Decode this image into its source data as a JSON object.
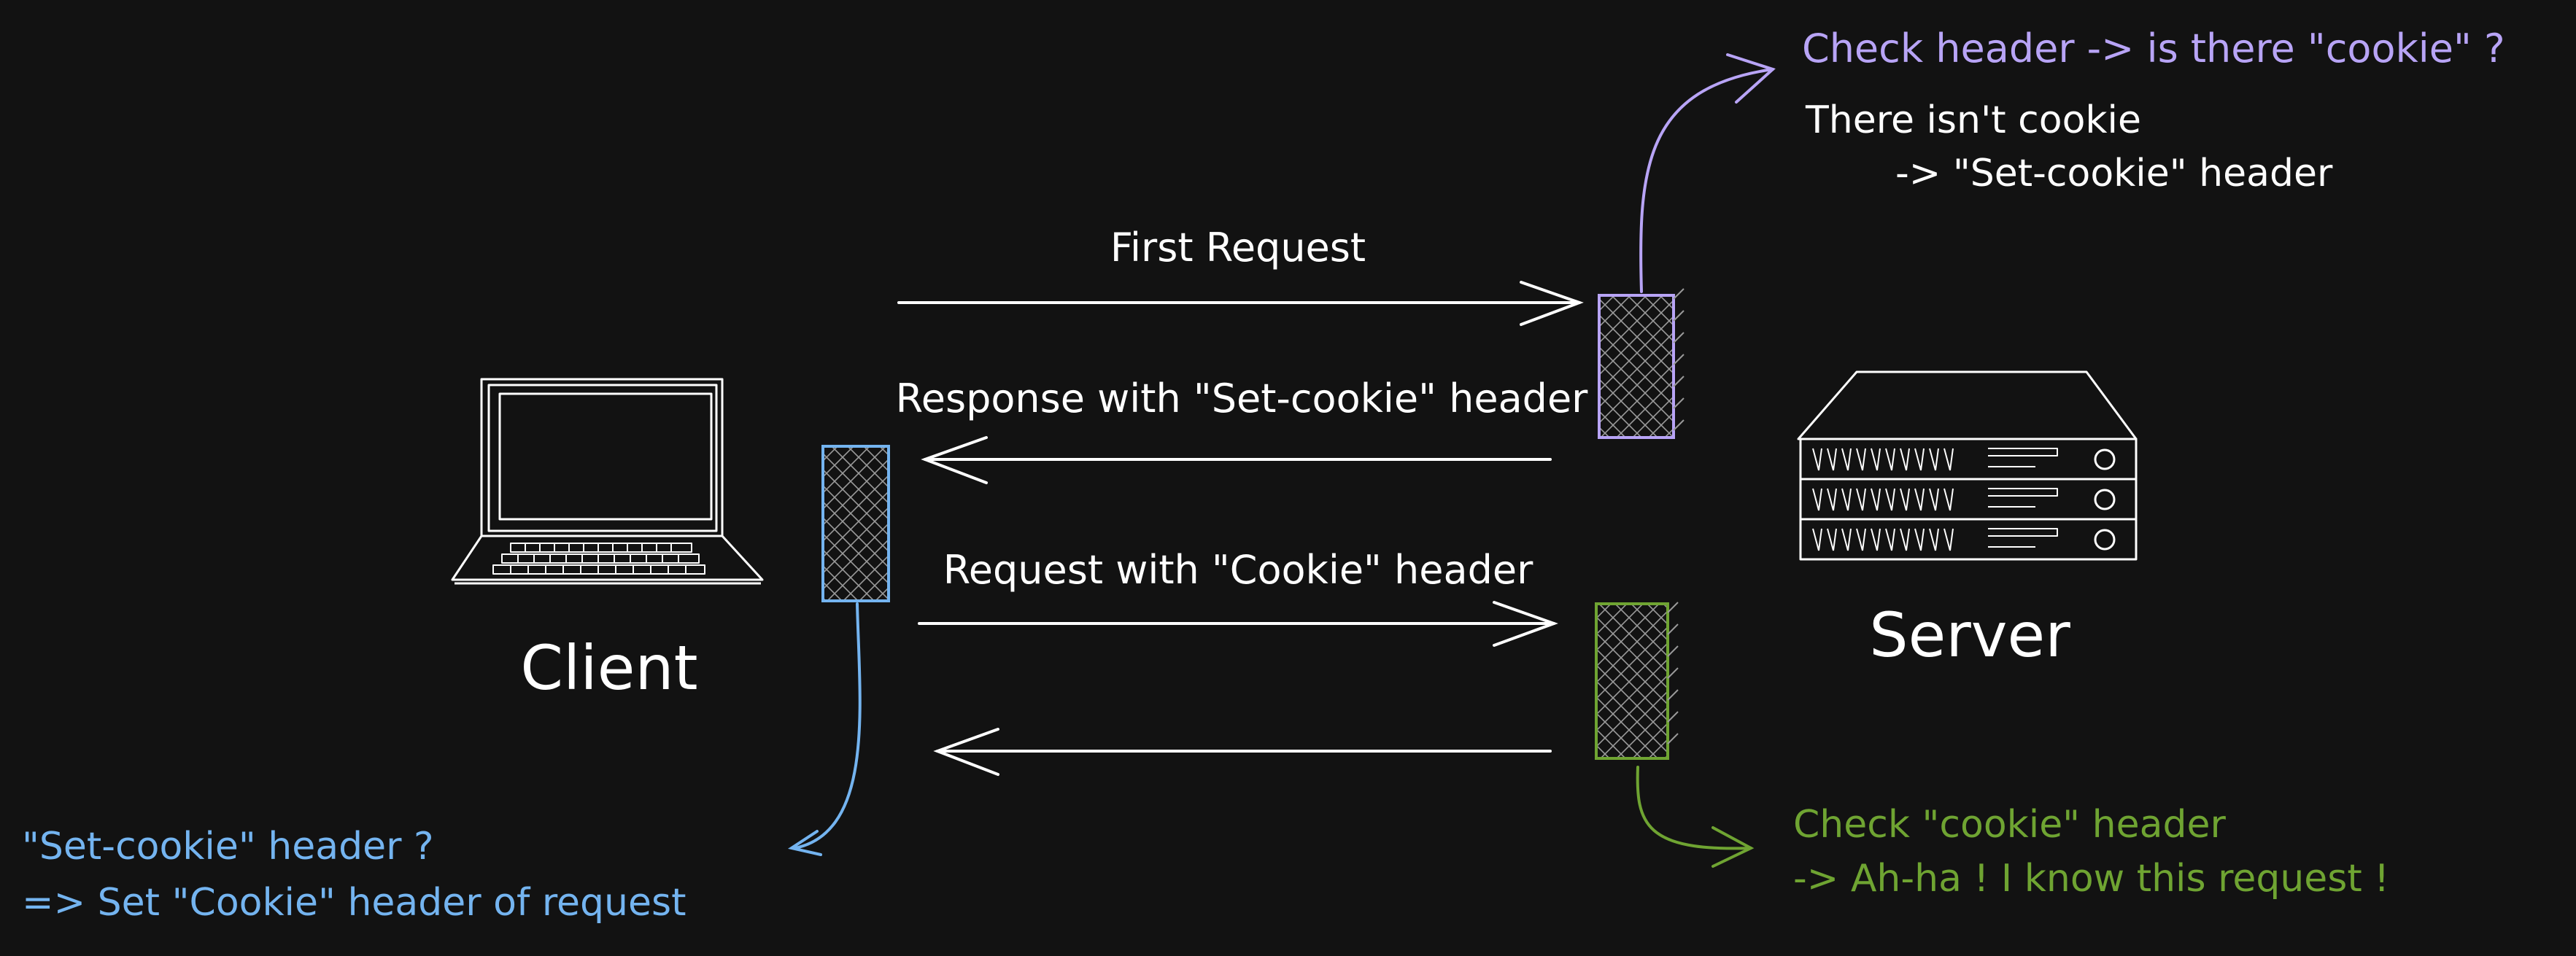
{
  "colors": {
    "background": "#121212",
    "stroke": "#ffffff",
    "client_note": "#74b4f0",
    "server_check_first": "#b8a4f6",
    "server_check_second": "#6fa432"
  },
  "nodes": {
    "client": {
      "label": "Client",
      "icon": "laptop-icon"
    },
    "server": {
      "label": "Server",
      "icon": "server-rack-icon"
    }
  },
  "messages": [
    {
      "label": "First Request",
      "direction": "client-to-server"
    },
    {
      "label": "Response with \"Set-cookie\" header",
      "direction": "server-to-client"
    },
    {
      "label": "Request with \"Cookie\" header",
      "direction": "client-to-server"
    },
    {
      "label": "",
      "direction": "server-to-client"
    }
  ],
  "notes": {
    "server_first_check": "Check header -> is there \"cookie\" ?",
    "server_first_result_1": "There isn't cookie",
    "server_first_result_2": "-> \"Set-cookie\" header",
    "client_check_1": "\"Set-cookie\" header ?",
    "client_check_2": "=> Set \"Cookie\" header of request",
    "server_second_check_1": "Check \"cookie\" header",
    "server_second_check_2": "-> Ah-ha ! I know this request !"
  }
}
